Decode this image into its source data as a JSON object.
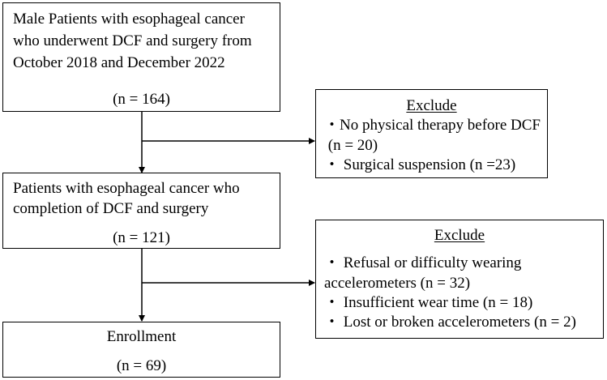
{
  "flow": {
    "box1": {
      "lines": [
        "Male Patients with esophageal cancer",
        "who underwent DCF and surgery from",
        "October 2018 and December 2022"
      ],
      "n": "(n = 164)"
    },
    "exclude1": {
      "title": "Exclude",
      "items": [
        "・No physical therapy before DCF",
        " (n = 20)",
        "・ Surgical suspension (n =23)"
      ]
    },
    "box2": {
      "lines": [
        "Patients with esophageal cancer who",
        "completion of DCF and surgery"
      ],
      "n": "(n = 121)"
    },
    "exclude2": {
      "title": "Exclude",
      "items": [
        "・ Refusal or difficulty wearing",
        "accelerometers (n = 32)",
        "・ Insufficient wear time (n = 18)",
        "・ Lost or broken accelerometers (n = 2)"
      ]
    },
    "box3": {
      "title": "Enrollment",
      "n": "(n = 69)"
    }
  }
}
